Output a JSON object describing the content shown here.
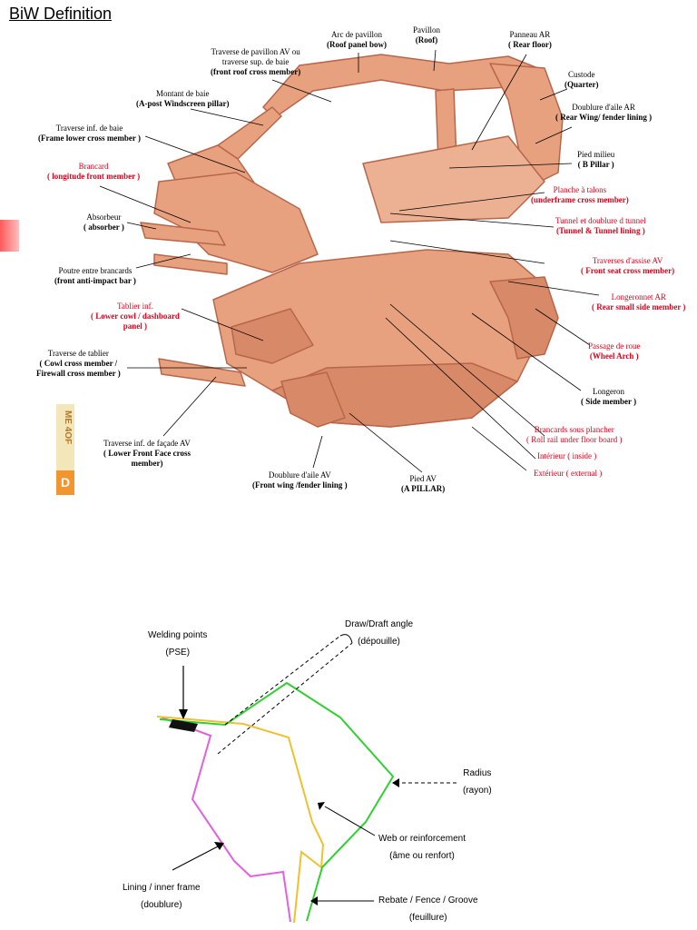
{
  "title": "BiW Definition",
  "watermark": {
    "letter": "D",
    "text": "ME 4OF"
  },
  "car_labels": {
    "arc": {
      "fr": "Arc de pavillon",
      "en": "(Roof panel bow)"
    },
    "pavillon": {
      "fr": "Pavillon",
      "en": "(Roof)"
    },
    "panneau": {
      "fr": "Panneau AR",
      "en": "( Rear floor)"
    },
    "traverse_pav": {
      "fr": "Traverse de pavillon AV  ou",
      "fr2": "traverse sup. de baie",
      "en": "(front roof cross member)"
    },
    "custode": {
      "fr": "Custode",
      "en": "(Quarter)"
    },
    "montant": {
      "fr": "Montant de baie",
      "en": "(A-post Windscreen pillar)"
    },
    "doublure_ar": {
      "fr": "Doublure d'aile AR",
      "en": "( Rear Wing/ fender lining )"
    },
    "traverse_inf_baie": {
      "fr": "Traverse inf. de baie",
      "en": "(Frame lower cross member )"
    },
    "pied_milieu": {
      "fr": "Pied milieu",
      "en": "( B Pillar )"
    },
    "brancard": {
      "fr": "Brancard",
      "en": "( longitude front member )"
    },
    "planche": {
      "fr": "Planche à talons",
      "en": "(underframe cross member)"
    },
    "absorbeur": {
      "fr": "Absorbeur",
      "en": "( absorber )"
    },
    "tunnel": {
      "fr": "Tunnel et doublure d tunnel",
      "en": "(Tunnel & Tunnel lining )"
    },
    "traverses_assise": {
      "fr": "Traverses d'assise AV",
      "en": "( Front seat cross member)"
    },
    "poutre": {
      "fr": "Poutre entre brancards",
      "en": "(front anti-impact bar )"
    },
    "longeronnet": {
      "fr": "Longeronnet AR",
      "en": "( Rear small side member )"
    },
    "tablier_inf": {
      "fr": "Tablier inf.",
      "en": "( Lower cowl / dashboard",
      "en2": "panel )"
    },
    "passage": {
      "fr": "Passage de roue",
      "en": "(Wheel Arch )"
    },
    "traverse_tablier": {
      "fr": "Traverse de tablier",
      "en": "( Cowl cross member /",
      "en2": "Firewall cross member )"
    },
    "longeron": {
      "fr": "Longeron",
      "en": "( Side member )"
    },
    "brancards_sous": {
      "fr": "Brancards sous plancher",
      "en": "( Roll rail under floor board )"
    },
    "interieur": {
      "fr": "Intérieur ( inside )"
    },
    "exterieur": {
      "fr": "Extérieur ( external )"
    },
    "traverse_facade": {
      "fr": "Traverse inf. de façade AV",
      "en": "( Lower Front Face cross",
      "en2": "member)"
    },
    "doublure_av": {
      "fr": "Doublure d'aile AV",
      "en": "(Front wing /fender lining )"
    },
    "pied_av": {
      "fr": "Pied AV",
      "en": "(A PILLAR)"
    }
  },
  "section_labels": {
    "welding": {
      "en": "Welding points",
      "fr": "(PSE)"
    },
    "draft": {
      "en": "Draw/Draft angle",
      "fr": "(dépouille)"
    },
    "radius": {
      "en": "Radius",
      "fr": "(rayon)"
    },
    "web": {
      "en": "Web or reinforcement",
      "fr": "(âme ou renfort)"
    },
    "lining": {
      "en": "Lining / inner frame",
      "fr": "(doublure)"
    },
    "rebate": {
      "en": "Rebate / Fence / Groove",
      "fr": "(feuillure)"
    }
  },
  "colors": {
    "body": "#e8a17f",
    "body_dark": "#b8664a",
    "red_label": "#e0001a",
    "lining": "#e060e0",
    "web": "#f0c030",
    "outer": "#30d030",
    "tab": "#ff5a5a"
  }
}
